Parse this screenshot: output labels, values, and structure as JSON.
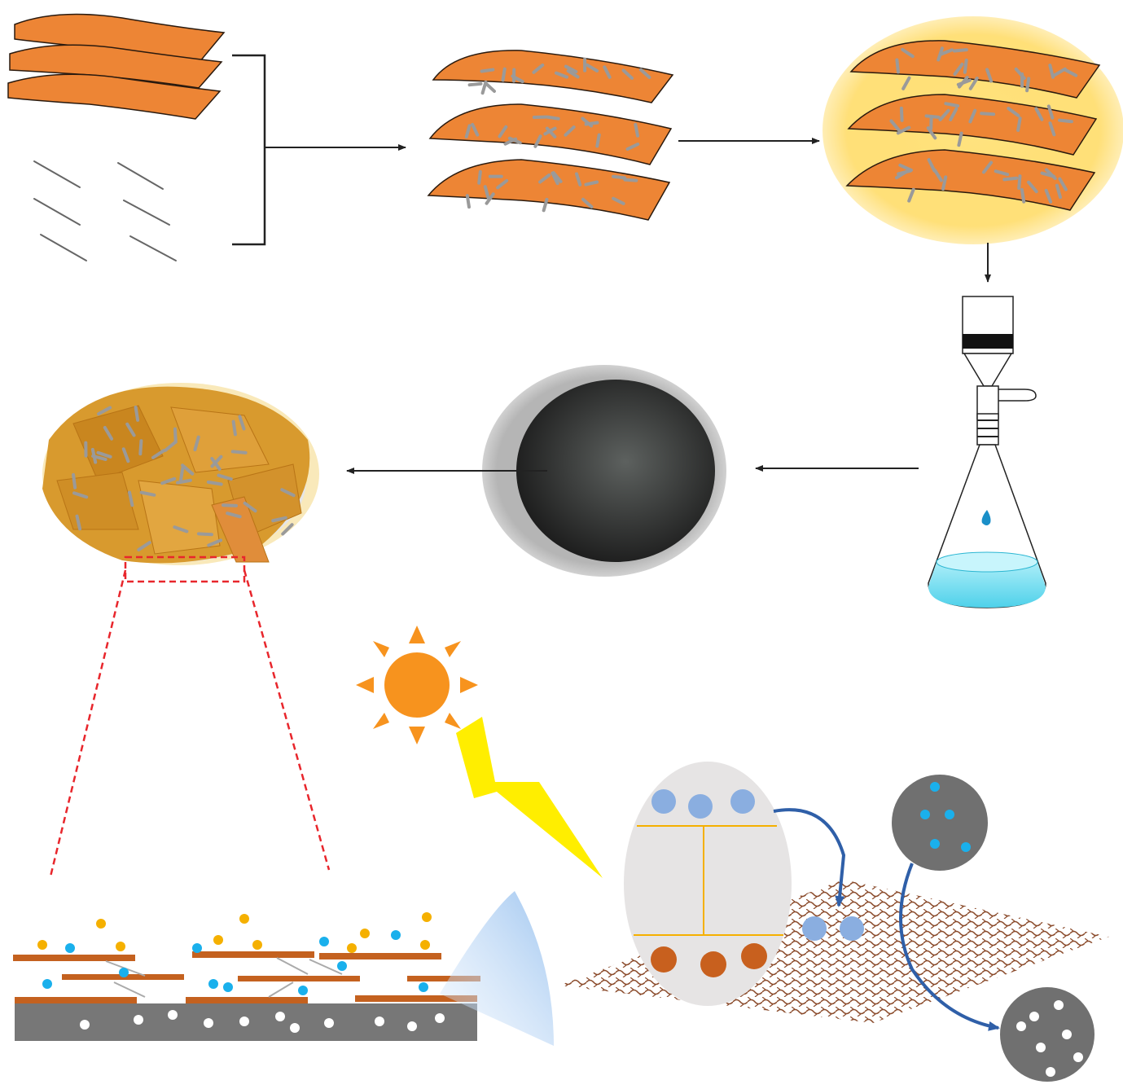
{
  "figure": {
    "colors": {
      "sheet": "#ed8535",
      "sheet_edge": "#2a1a0e",
      "rod": "#9a9a9a",
      "glow": "#ffd23f",
      "arrow": "#222222",
      "zoom": "#e8262c",
      "sun": "#f7931e",
      "lightning": "#ffee00",
      "water": "#8fe6f5",
      "pollutant_blue": "#1ab0ec",
      "pollutant_yellow": "#f5b000",
      "membrane": "#1a1a1a",
      "particle_gray": "#777777",
      "mesh": "#8a4a2a",
      "cell_top": "#8aaee0",
      "cell_bottom": "#c8601e"
    },
    "icons": [
      "stacked-sheets-icon",
      "nanorods-icon",
      "rod-decorated-sheets-icon",
      "glowing-composite-icon",
      "vacuum-filtration-flask-icon",
      "membrane-disc-icon",
      "composite-membrane-icon",
      "zoom-outline-icon",
      "sun-icon",
      "lightning-icon",
      "membrane-cross-section-icon",
      "photocatalyst-cell-icon",
      "mesh-substrate-icon",
      "pollutant-particle-icon",
      "degraded-particle-icon"
    ],
    "stages": [
      {
        "id": "raw-materials"
      },
      {
        "id": "rod-loading"
      },
      {
        "id": "heat-treatment"
      },
      {
        "id": "vacuum-filtration"
      },
      {
        "id": "membrane"
      },
      {
        "id": "composite-membrane"
      },
      {
        "id": "photocatalytic-filtration"
      }
    ]
  }
}
